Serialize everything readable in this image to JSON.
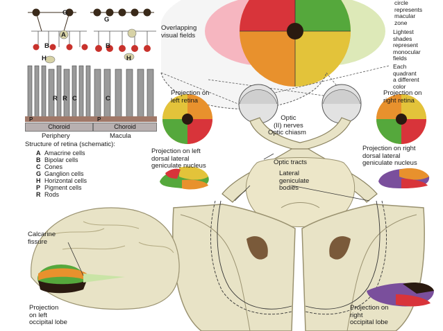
{
  "labels": {
    "overlapping_visual_fields": [
      "Overlapping",
      "visual fields"
    ],
    "top_right_note": [
      "circle",
      "represents",
      "macular",
      "zone"
    ],
    "lightest_note": [
      "Lightest",
      "shades",
      "represent",
      "monocular",
      "fields"
    ],
    "quadrant_note": [
      "Each",
      "quadrant",
      "a different",
      "color"
    ],
    "projection_left_retina": [
      "Projection on",
      "left retina"
    ],
    "projection_right_retina": [
      "Projection on",
      "right retina"
    ],
    "optic_nerves": [
      "Optic",
      "(II) nerves"
    ],
    "optic_chiasm": "Optic chiasm",
    "optic_tracts": "Optic tracts",
    "lgb": [
      "Lateral",
      "geniculate",
      "bodies"
    ],
    "projection_left_lgn": [
      "Projection on left",
      "dorsal lateral",
      "geniculate nucleus"
    ],
    "projection_right_lgn": [
      "Projection on right",
      "dorsal lateral",
      "geniculate nucleus"
    ],
    "calcarine": [
      "Calcarine",
      "fissure"
    ],
    "projection_left_occipital": [
      "Projection",
      "on left",
      "occipital lobe"
    ],
    "projection_right_occipital": [
      "Projection on",
      "right",
      "occipital lobe"
    ],
    "periphery": "Periphery",
    "macula": "Macula",
    "choroid": "Choroid",
    "structure_title": "Structure of retina (schematic):"
  },
  "retina_letters": {
    "left": [
      "G",
      "A",
      "B",
      "H",
      "R",
      "R",
      "C",
      "P"
    ],
    "right": [
      "G",
      "B",
      "C",
      "H",
      "P"
    ]
  },
  "legend": [
    {
      "key": "A",
      "text": "Amacrine cells"
    },
    {
      "key": "B",
      "text": "Bipolar cells"
    },
    {
      "key": "C",
      "text": "Cones"
    },
    {
      "key": "G",
      "text": "Ganglion cells"
    },
    {
      "key": "H",
      "text": "Horizontal cells"
    },
    {
      "key": "P",
      "text": "Pigment cells"
    },
    {
      "key": "R",
      "text": "Rods"
    }
  ],
  "colors": {
    "red": "#d8343a",
    "green": "#55a83c",
    "yellow": "#e3c33a",
    "orange": "#e8912d",
    "purple": "#7a4f9c",
    "brain": "#e8e3c6",
    "brain_outline": "#9a9270",
    "light_red": "#eea8b0",
    "light_green": "#c9e4a6"
  }
}
